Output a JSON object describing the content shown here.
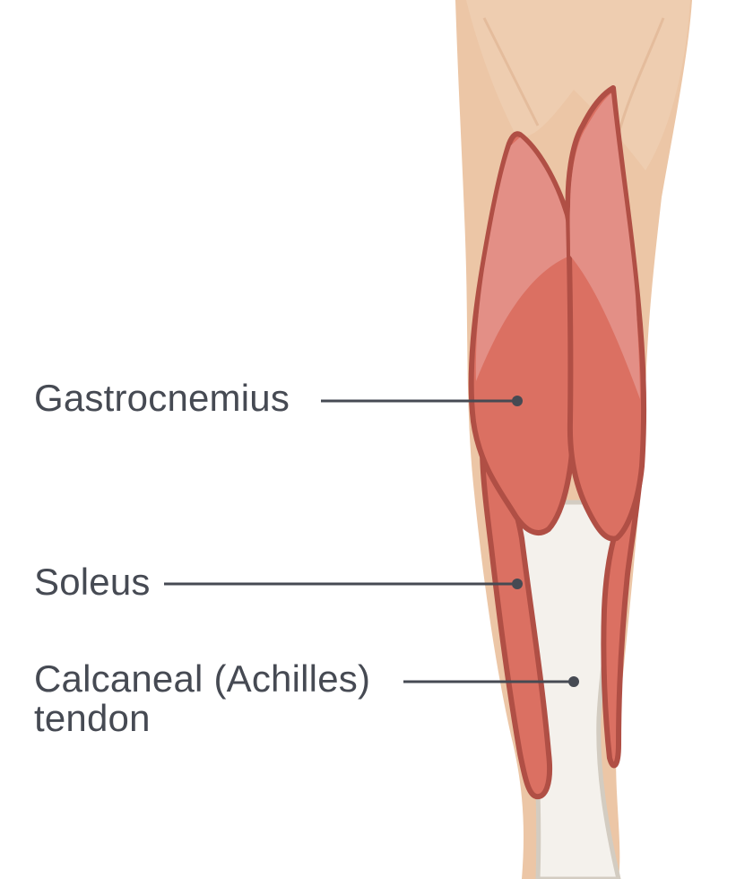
{
  "labels": {
    "gastrocnemius": "Gastrocnemius",
    "soleus": "Soleus",
    "calcaneal_line1": "Calcaneal (Achilles)",
    "calcaneal_line2": "tendon"
  },
  "colors": {
    "skin": "#ecc6a6",
    "skin_light": "#f1d3b8",
    "muscle": "#db7062",
    "muscle_light": "#e38f86",
    "muscle_outline": "#b04f45",
    "tendon": "#f4f1ec",
    "tendon_outline": "#d3ccc1",
    "leader_line": "#464a53",
    "label_text": "#464a53"
  }
}
